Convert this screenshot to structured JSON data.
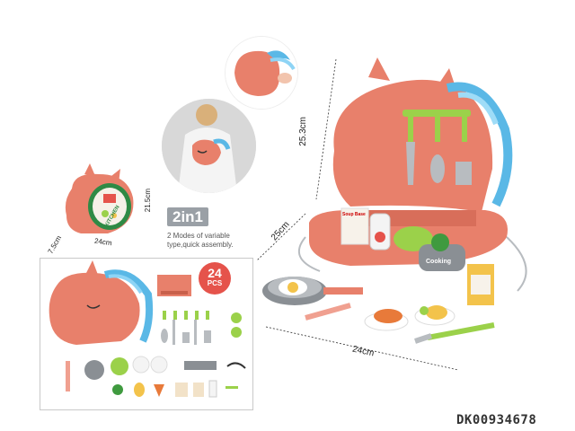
{
  "sku": "DK00934678",
  "mode_title": "2in1",
  "mode_desc": "2 Modes of variable type,quick assembly.",
  "pieces": {
    "count": "24",
    "unit": "PCS"
  },
  "package": {
    "brand_label": "KITCHEN",
    "dim_height": "21.5cm",
    "dim_width": "24cm",
    "dim_depth": "7.5cm"
  },
  "product": {
    "dim_height": "25.3cm",
    "dim_depth": "25cm",
    "dim_width": "24cm",
    "pot_label": "Cooking",
    "soup_label": "Soup Base"
  },
  "colors": {
    "case": "#e8806b",
    "mane_blue": "#5ab8e6",
    "utensil_green": "#9bd14a",
    "badge": "#e5534b"
  }
}
